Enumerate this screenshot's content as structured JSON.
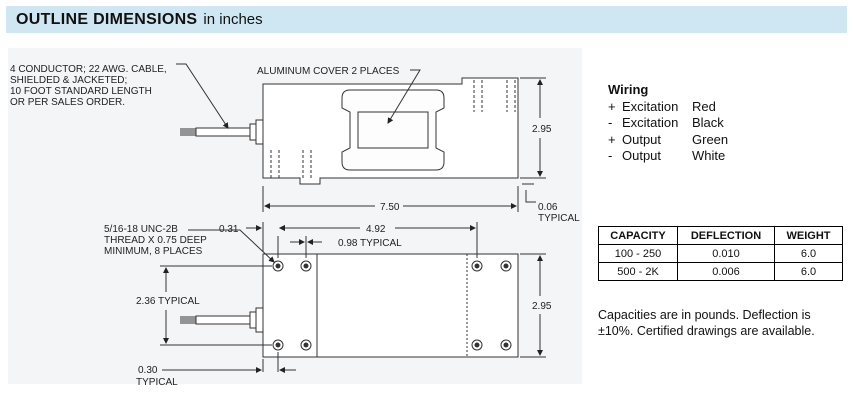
{
  "header": {
    "title_bold": "OUTLINE DIMENSIONS",
    "title_units": "in inches"
  },
  "drawing": {
    "cable_note": [
      "4 CONDUCTOR; 22 AWG. CABLE,",
      "SHIELDED & JACKETED;",
      "10 FOOT STANDARD LENGTH",
      "OR PER SALES ORDER."
    ],
    "cover_label": "ALUMINUM COVER 2 PLACES",
    "dim_height_top": "2.95",
    "dim_length": "7.50",
    "dim_thickness": "0.06",
    "dim_thickness_sub": "TYPICAL",
    "thread_note": [
      "5/16-18 UNC-2B",
      "THREAD X 0.75 DEEP",
      "MINIMUM, 8 PLACES"
    ],
    "dim_031": "0.31",
    "dim_492": "4.92",
    "dim_098": "0.98 TYPICAL",
    "dim_236": "2.36 TYPICAL",
    "dim_height_bottom": "2.95",
    "dim_030": "0.30",
    "dim_030_sub": "TYPICAL"
  },
  "wiring": {
    "title": "Wiring",
    "rows": [
      {
        "sign": "+",
        "label": "Excitation",
        "color": "Red"
      },
      {
        "sign": "-",
        "label": "Excitation",
        "color": "Black"
      },
      {
        "sign": "+",
        "label": "Output",
        "color": "Green"
      },
      {
        "sign": "-",
        "label": "Output",
        "color": "White"
      }
    ]
  },
  "capacity_table": {
    "headers": [
      "CAPACITY",
      "DEFLECTION",
      "WEIGHT"
    ],
    "rows": [
      [
        "100 - 250",
        "0.010",
        "6.0"
      ],
      [
        "500 - 2K",
        "0.006",
        "6.0"
      ]
    ]
  },
  "notes": [
    "Capacities are in pounds. Deflection is",
    "±10%. Certified drawings are available."
  ]
}
